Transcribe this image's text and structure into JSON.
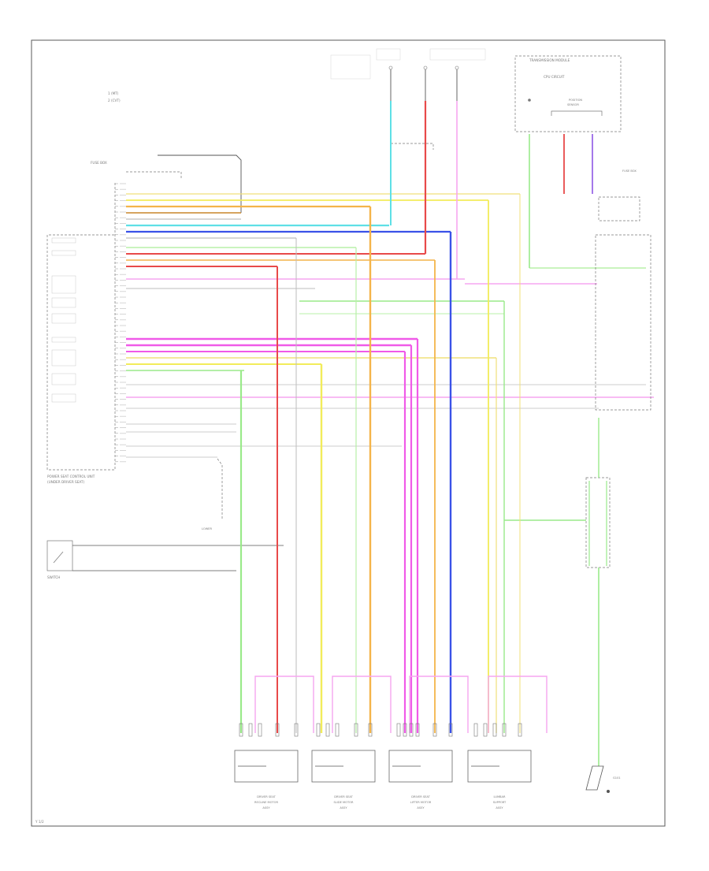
{
  "diagram": {
    "legend": {
      "item1": "1  (MT)",
      "item2": "2  (CVT)"
    },
    "fuse_box_left": "FUSE BOX",
    "fuse_box_right": "FUSE BOX",
    "unit_caption_1": "POWER SEAT CONTROL UNIT",
    "unit_caption_2": "(UNDER DRIVER SEAT)",
    "left_switch_label": "SWITCH",
    "bottom_units": [
      {
        "line1": "DRIVER SEAT",
        "line2": "RECLINE MOTOR",
        "line3": "ASSY"
      },
      {
        "line1": "DRIVER SEAT",
        "line2": "SLIDE MOTOR",
        "line3": "ASSY"
      },
      {
        "line1": "DRIVER SEAT",
        "line2": "LIFTER MOTOR",
        "line3": "ASSY"
      },
      {
        "line1": "LUMBAR",
        "line2": "SUPPORT",
        "line3": "ASSY"
      }
    ],
    "sensor_label_1": "POSITION",
    "sensor_label_2": "SENSOR",
    "module_title": "TRANSMISSION MODULE",
    "module_sub": "CPU CIRCUIT",
    "ground_label": "G101",
    "page_code": "Y 1/2"
  }
}
